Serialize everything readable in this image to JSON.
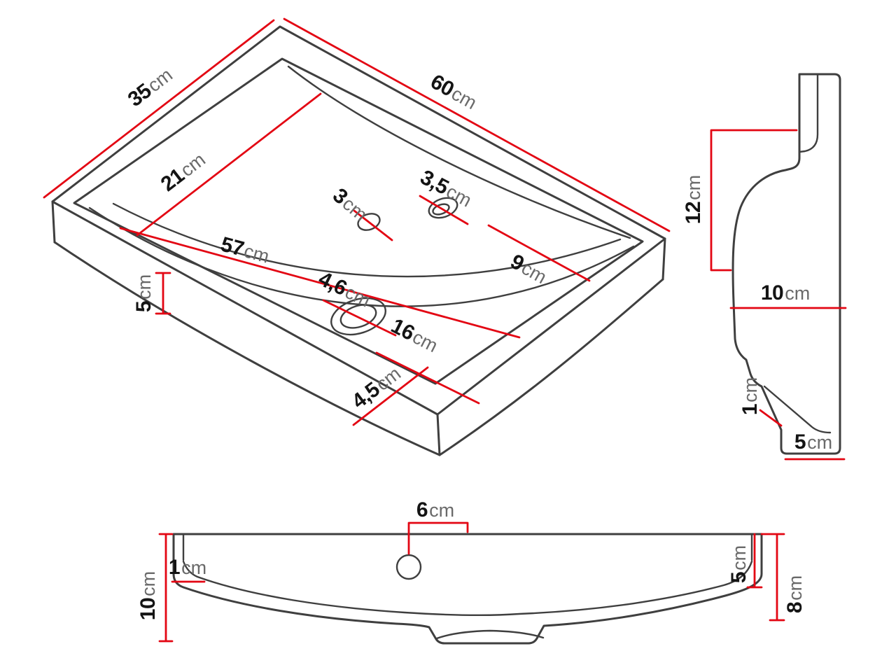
{
  "colors": {
    "outline": "#3f3f3f",
    "dimension": "#e30613",
    "number": "#141414",
    "unit": "#6a6a6a",
    "background": "#ffffff"
  },
  "dimensions": {
    "iso": {
      "width": {
        "value": "35",
        "unit": "cm"
      },
      "length": {
        "value": "60",
        "unit": "cm"
      },
      "basin_width": {
        "value": "21",
        "unit": "cm"
      },
      "faucet_hole": {
        "value": "3",
        "unit": "cm"
      },
      "overflow_hole": {
        "value": "3,5",
        "unit": "cm"
      },
      "overflow_edge": {
        "value": "9",
        "unit": "cm"
      },
      "basin_length": {
        "value": "57",
        "unit": "cm"
      },
      "rim_height": {
        "value": "5",
        "unit": "cm"
      },
      "drain_hole": {
        "value": "4,6",
        "unit": "cm"
      },
      "drain_edge": {
        "value": "16",
        "unit": "cm"
      },
      "front_rim": {
        "value": "4,5",
        "unit": "cm"
      }
    },
    "side": {
      "upper_height": {
        "value": "12",
        "unit": "cm"
      },
      "depth": {
        "value": "10",
        "unit": "cm"
      },
      "wall_step": {
        "value": "1",
        "unit": "cm"
      },
      "foot_depth": {
        "value": "5",
        "unit": "cm"
      }
    },
    "front": {
      "hole_offset": {
        "value": "6",
        "unit": "cm"
      },
      "edge_thickness": {
        "value": "1",
        "unit": "cm"
      },
      "total_height": {
        "value": "10",
        "unit": "cm"
      },
      "right_inner_height": {
        "value": "5",
        "unit": "cm"
      },
      "right_height": {
        "value": "8",
        "unit": "cm"
      }
    }
  }
}
